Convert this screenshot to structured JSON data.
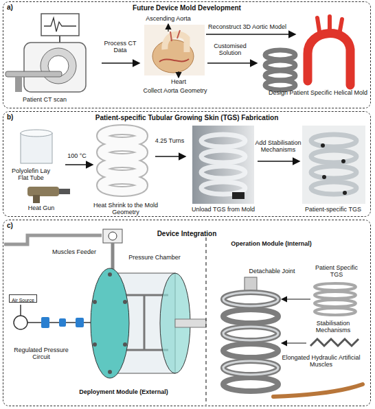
{
  "diagram": {
    "nodes": [
      {
        "text": [
          "a)",
          "Future Device Mold Development"
        ]
      },
      {
        "text": [
          "b)",
          "Patient-specific Tubular Growing Skin (TGS) Fabrication"
        ]
      },
      {
        "text": [
          "c)",
          "Device Integration"
        ]
      },
      {
        "text": [
          "Air Source"
        ],
        "in": 2
      }
    ],
    "labels": [
      "Patient CT scan",
      "Process CT Data",
      "Ascending Aorta",
      "Heart",
      "Collect Aorta Geometry",
      "Reconstruct 3D Aortic Model",
      "Customised Solution",
      "Design Patient Specific Helical Mold",
      "Polyolefin Lay Flat Tube",
      "100 °C",
      "Heat Gun",
      "Heat Shrink to the Mold Geometry",
      "4.25 Turns",
      "Unload TGS from Mold",
      "Add Stabilisation Mechanisms",
      "Patient-specific TGS",
      "Muscles Feeder",
      "Pressure Chamber",
      "Regulated Pressure Circuit",
      "Deployment Module (External)",
      "Operation Module (Internal)",
      "Detachable Joint",
      "Patient Specific TGS",
      "Stabilisation Mechanisms",
      "Elongated Hydraulic Artificial Muscles"
    ]
  }
}
